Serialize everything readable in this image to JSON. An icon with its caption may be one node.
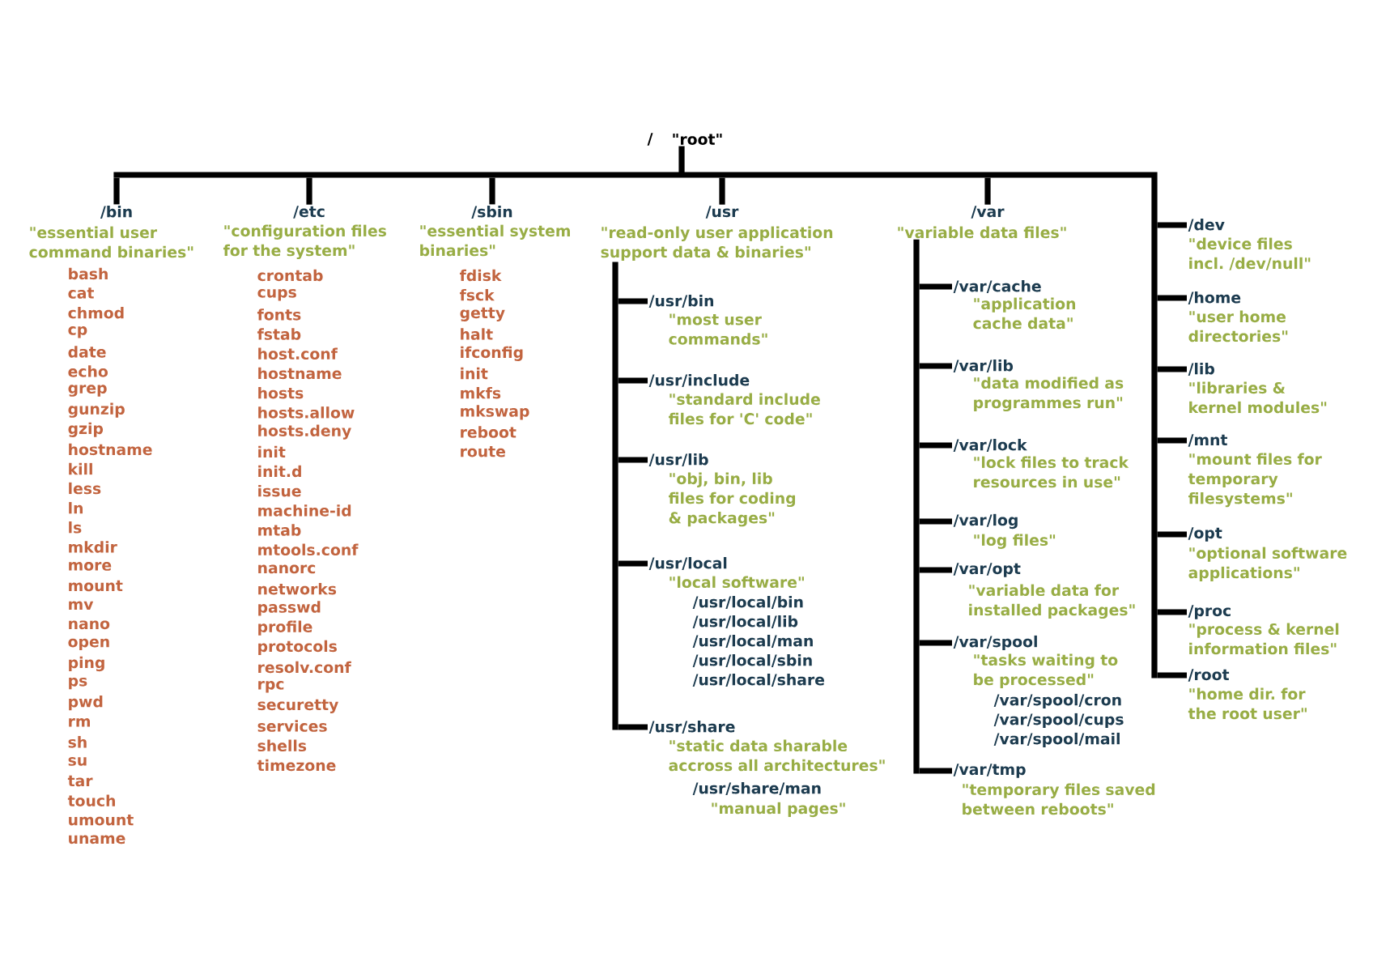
{
  "diagram": {
    "nodes": [
      {
        "text": [
          "/",
          "\"root\""
        ]
      },
      {
        "text": [
          "/bin",
          "\"essential user command binaries\""
        ],
        "beside": [
          "bash",
          "cat",
          "chmod",
          "cp",
          "date",
          "echo",
          "grep",
          "gunzip",
          "gzip",
          "hostname",
          "kill",
          "less",
          "ln",
          "ls",
          "mkdir",
          "more",
          "mount",
          "mv",
          "nano",
          "open",
          "ping",
          "ps",
          "pwd",
          "rm",
          "sh",
          "su",
          "tar",
          "touch",
          "umount",
          "uname"
        ]
      },
      {
        "text": [
          "/etc",
          "\"configuration files for the system\""
        ],
        "beside": [
          "crontab",
          "cups",
          "fonts",
          "fstab",
          "host.conf",
          "hostname",
          "hosts",
          "hosts.allow",
          "hosts.deny",
          "init",
          "init.d",
          "issue",
          "machine-id",
          "mtab",
          "mtools.conf",
          "nanorc",
          "networks",
          "passwd",
          "profile",
          "protocols",
          "resolv.conf",
          "rpc",
          "securetty",
          "services",
          "shells",
          "timezone"
        ]
      },
      {
        "text": [
          "/sbin",
          "\"essential system binaries\""
        ],
        "beside": [
          "fdisk",
          "fsck",
          "getty",
          "halt",
          "ifconfig",
          "init",
          "mkfs",
          "mkswap",
          "reboot",
          "route"
        ]
      },
      {
        "text": [
          "/usr",
          "\"read-only user application support data & binaries\""
        ]
      },
      {
        "text": [
          "/usr/bin",
          "\"most user commands\""
        ]
      },
      {
        "text": [
          "/usr/include",
          "\"standard include files for 'C' code\""
        ]
      },
      {
        "text": [
          "/usr/lib",
          "\"obj, bin, lib files for coding & packages\""
        ]
      },
      {
        "text": [
          "/usr/local",
          "\"local software\""
        ],
        "beside": [
          "/usr/local/bin",
          "/usr/local/lib",
          "/usr/local/man",
          "/usr/local/sbin",
          "/usr/local/share"
        ]
      },
      {
        "text": [
          "/usr/share",
          "\"static data sharable accross all architectures\""
        ],
        "beside": [
          "/usr/share/man",
          "\"manual pages\""
        ]
      },
      {
        "text": [
          "/var",
          "\"variable data files\""
        ]
      },
      {
        "text": [
          "/var/cache",
          "\"application cache data\""
        ]
      },
      {
        "text": [
          "/var/lib",
          "\"data modified as programmes run\""
        ]
      },
      {
        "text": [
          "/var/lock",
          "\"lock files to track resources in use\""
        ]
      },
      {
        "text": [
          "/var/log",
          "\"log files\""
        ]
      },
      {
        "text": [
          "/var/opt",
          "\"variable data for installed packages\""
        ]
      },
      {
        "text": [
          "/var/spool",
          "\"tasks waiting to be processed\""
        ],
        "beside": [
          "/var/spool/cron",
          "/var/spool/cups",
          "/var/spool/mail"
        ]
      },
      {
        "text": [
          "/var/tmp",
          "\"temporary files saved between reboots\""
        ]
      },
      {
        "text": [
          "/dev",
          "\"device files incl. /dev/null\""
        ]
      },
      {
        "text": [
          "/home",
          "\"user home directories\""
        ]
      },
      {
        "text": [
          "/lib",
          "\"libraries & kernel modules\""
        ]
      },
      {
        "text": [
          "/mnt",
          "\"mount files for temporary filesystems\""
        ]
      },
      {
        "text": [
          "/opt",
          "\"optional software applications\""
        ]
      },
      {
        "text": [
          "/proc",
          "\"process & kernel information files\""
        ]
      },
      {
        "text": [
          "/root",
          "\"home dir. for the root user\""
        ]
      }
    ],
    "edges": [
      {
        "from": 0,
        "to": 1,
        "arrow": "none"
      },
      {
        "from": 0,
        "to": 2,
        "arrow": "none"
      },
      {
        "from": 0,
        "to": 3,
        "arrow": "none"
      },
      {
        "from": 0,
        "to": 4,
        "arrow": "none"
      },
      {
        "from": 0,
        "to": 10,
        "arrow": "none"
      },
      {
        "from": 0,
        "to": 18,
        "arrow": "none"
      },
      {
        "from": 0,
        "to": 19,
        "arrow": "none"
      },
      {
        "from": 0,
        "to": 20,
        "arrow": "none"
      },
      {
        "from": 0,
        "to": 21,
        "arrow": "none"
      },
      {
        "from": 0,
        "to": 22,
        "arrow": "none"
      },
      {
        "from": 0,
        "to": 23,
        "arrow": "none"
      },
      {
        "from": 0,
        "to": 24,
        "arrow": "none"
      },
      {
        "from": 4,
        "to": 5,
        "arrow": "none"
      },
      {
        "from": 4,
        "to": 6,
        "arrow": "none"
      },
      {
        "from": 4,
        "to": 7,
        "arrow": "none"
      },
      {
        "from": 4,
        "to": 8,
        "arrow": "none"
      },
      {
        "from": 4,
        "to": 9,
        "arrow": "none"
      },
      {
        "from": 10,
        "to": 11,
        "arrow": "none"
      },
      {
        "from": 10,
        "to": 12,
        "arrow": "none"
      },
      {
        "from": 10,
        "to": 13,
        "arrow": "none"
      },
      {
        "from": 10,
        "to": 14,
        "arrow": "none"
      },
      {
        "from": 10,
        "to": 15,
        "arrow": "none"
      },
      {
        "from": 10,
        "to": 16,
        "arrow": "none"
      },
      {
        "from": 10,
        "to": 17,
        "arrow": "none"
      }
    ]
  }
}
